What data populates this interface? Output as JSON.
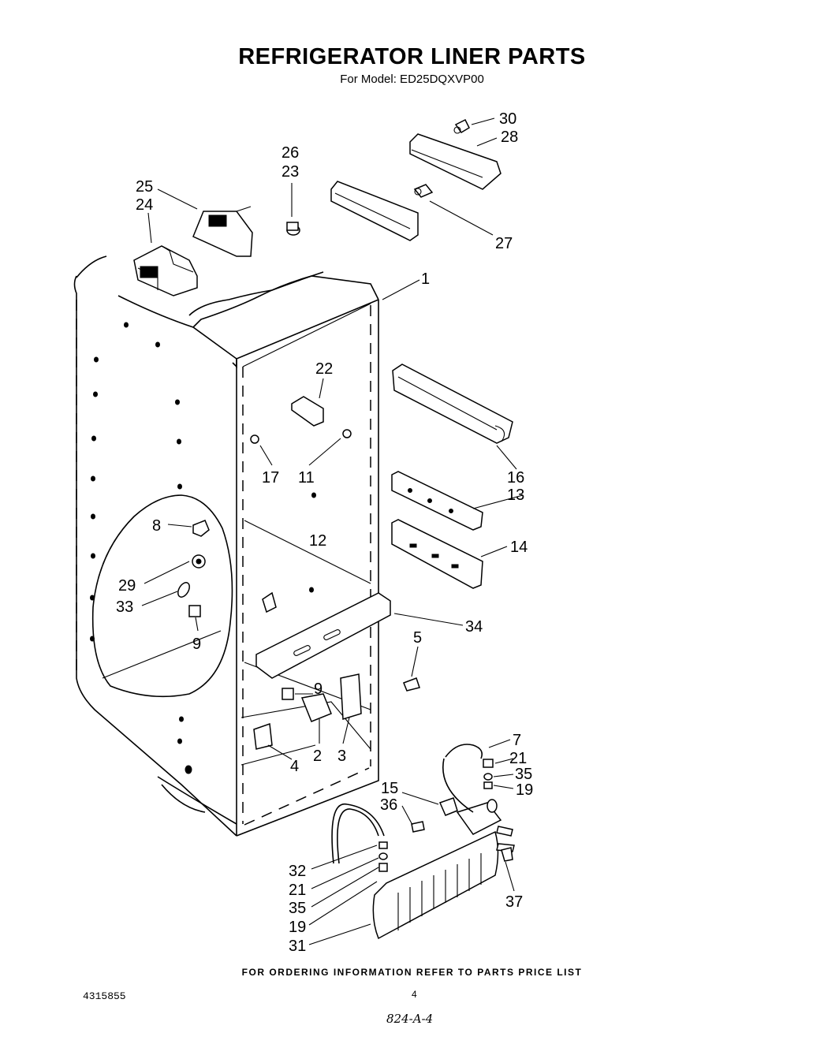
{
  "header": {
    "title": "REFRIGERATOR LINER PARTS",
    "subtitle": "For Model: ED25DQXVP00"
  },
  "callouts": {
    "c1": "1",
    "c2": "2",
    "c3": "3",
    "c4": "4",
    "c5": "5",
    "c7": "7",
    "c8": "8",
    "c9a": "9",
    "c9b": "9",
    "c11": "11",
    "c12": "12",
    "c13": "13",
    "c14": "14",
    "c15": "15",
    "c16": "16",
    "c17": "17",
    "c19a": "19",
    "c19b": "19",
    "c21a": "21",
    "c21b": "21",
    "c22": "22",
    "c23": "23",
    "c24": "24",
    "c25": "25",
    "c26": "26",
    "c27": "27",
    "c28": "28",
    "c29": "29",
    "c30": "30",
    "c31": "31",
    "c32": "32",
    "c33": "33",
    "c34": "34",
    "c35a": "35",
    "c35b": "35",
    "c36": "36",
    "c37": "37"
  },
  "footer": {
    "ordering_note": "FOR ORDERING INFORMATION REFER TO PARTS PRICE LIST",
    "doc_number": "4315855",
    "page_number": "4",
    "handwritten_ref": "824-A-4"
  }
}
